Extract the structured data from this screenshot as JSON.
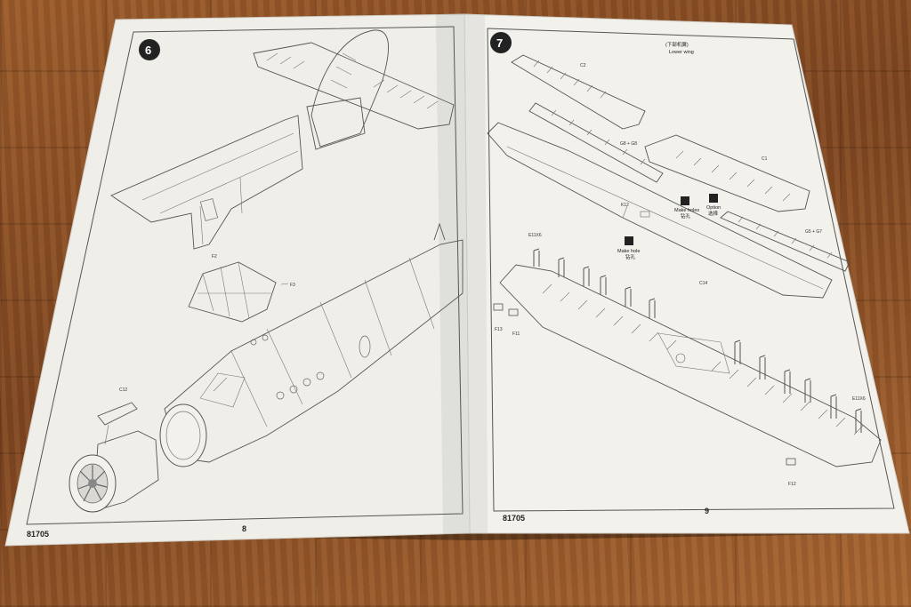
{
  "scene": {
    "description_colors": {
      "floor": "#8a4f24",
      "paper": "#f2f1ec",
      "ink": "#444444"
    }
  },
  "left_page": {
    "step_number": "6",
    "page_number": "8",
    "product_code": "81705",
    "parts": {
      "canopy_top": "F2",
      "canopy_side": "F3",
      "intake": "C12"
    }
  },
  "right_page": {
    "step_number": "7",
    "page_number": "9",
    "product_code": "81705",
    "header_cn": "(下部机翼)",
    "header_en": "Lower wing",
    "parts": {
      "aileron_top": "C2",
      "pair_label": "G8 + G8",
      "flap": "C1",
      "hinge_left": "K12",
      "option_pair": "G5 + G7",
      "wing": "C14",
      "struts_left": "E11X6",
      "struts_right": "E11X6",
      "small_a": "F13",
      "small_b": "F11",
      "small_c": "F12"
    },
    "notes": {
      "make_holes": "Make holes",
      "make_holes_cn": "钻孔",
      "option": "Option",
      "option_cn": "选择",
      "make_hole": "Make hole",
      "make_hole_cn": "钻孔"
    }
  }
}
